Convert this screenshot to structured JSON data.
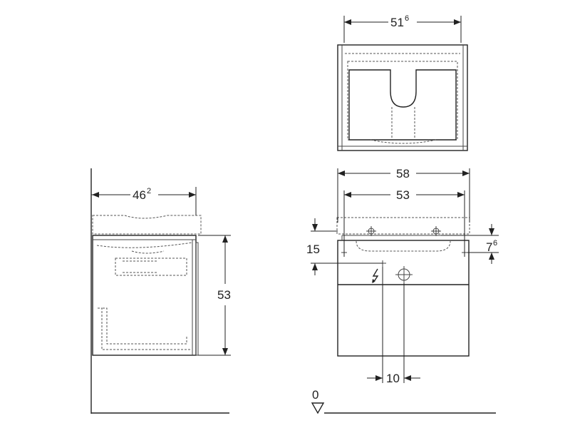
{
  "dimensions": {
    "top_width": "51",
    "top_width_sup": "6",
    "overall_width": "58",
    "inner_width": "53",
    "side_depth": "46",
    "side_depth_sup": "2",
    "side_height": "53",
    "connection_height": "15",
    "right_offset": "7",
    "right_offset_sup": "6",
    "drain_offset": "10",
    "floor_level": "0"
  }
}
